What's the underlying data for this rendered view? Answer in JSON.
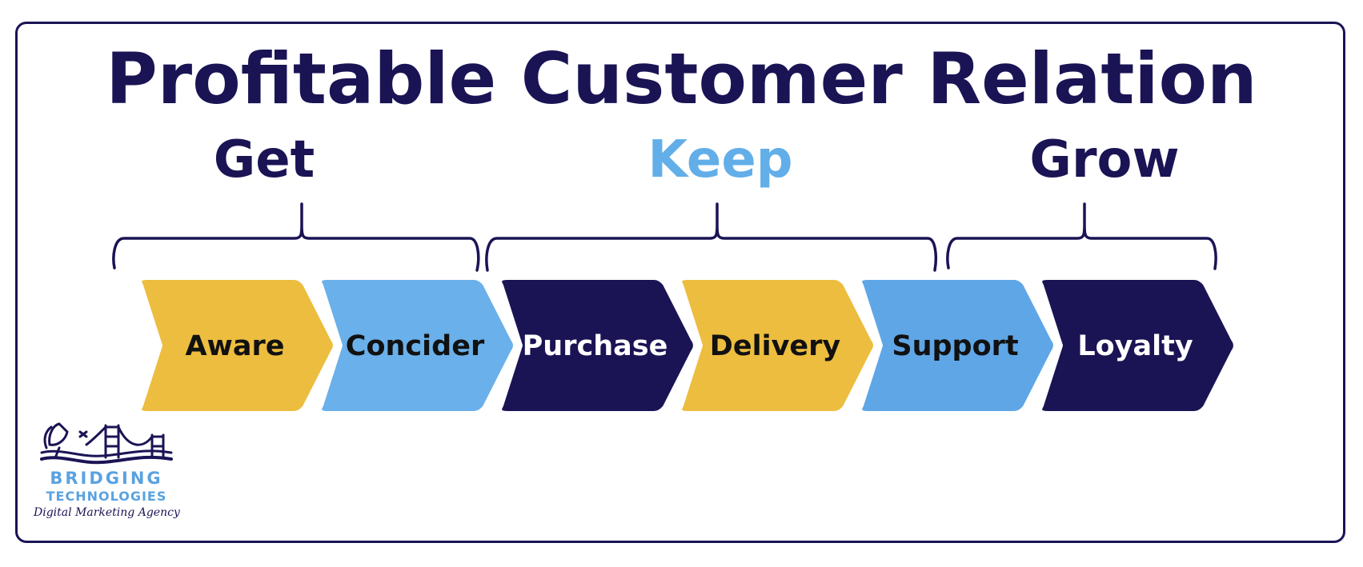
{
  "title": "Profitable Customer Relation",
  "colors": {
    "navy": "#1a1455",
    "light_blue": "#6ab0ea",
    "yellow": "#ecbd3f",
    "support_blue": "#5fa6e6"
  },
  "phases": [
    {
      "label": "Get",
      "color": "#1a1455"
    },
    {
      "label": "Keep",
      "color": "#62aee8"
    },
    {
      "label": "Grow",
      "color": "#1a1455"
    }
  ],
  "steps": [
    {
      "label": "Aware",
      "fill": "#ecbd3f",
      "text_color": "#111111"
    },
    {
      "label": "Concider",
      "fill": "#6ab0ea",
      "text_color": "#111111"
    },
    {
      "label": "Purchase",
      "fill": "#1a1455",
      "text_color": "#ffffff"
    },
    {
      "label": "Delivery",
      "fill": "#ecbd3f",
      "text_color": "#111111"
    },
    {
      "label": "Support",
      "fill": "#5fa6e6",
      "text_color": "#111111"
    },
    {
      "label": "Loyalty",
      "fill": "#1a1455",
      "text_color": "#ffffff"
    }
  ],
  "logo": {
    "name_line1": "BRIDGING",
    "name_line2": "TECHNOLOGIES",
    "tagline": "Digital Marketing Agency",
    "icon": "bridge-icon"
  }
}
